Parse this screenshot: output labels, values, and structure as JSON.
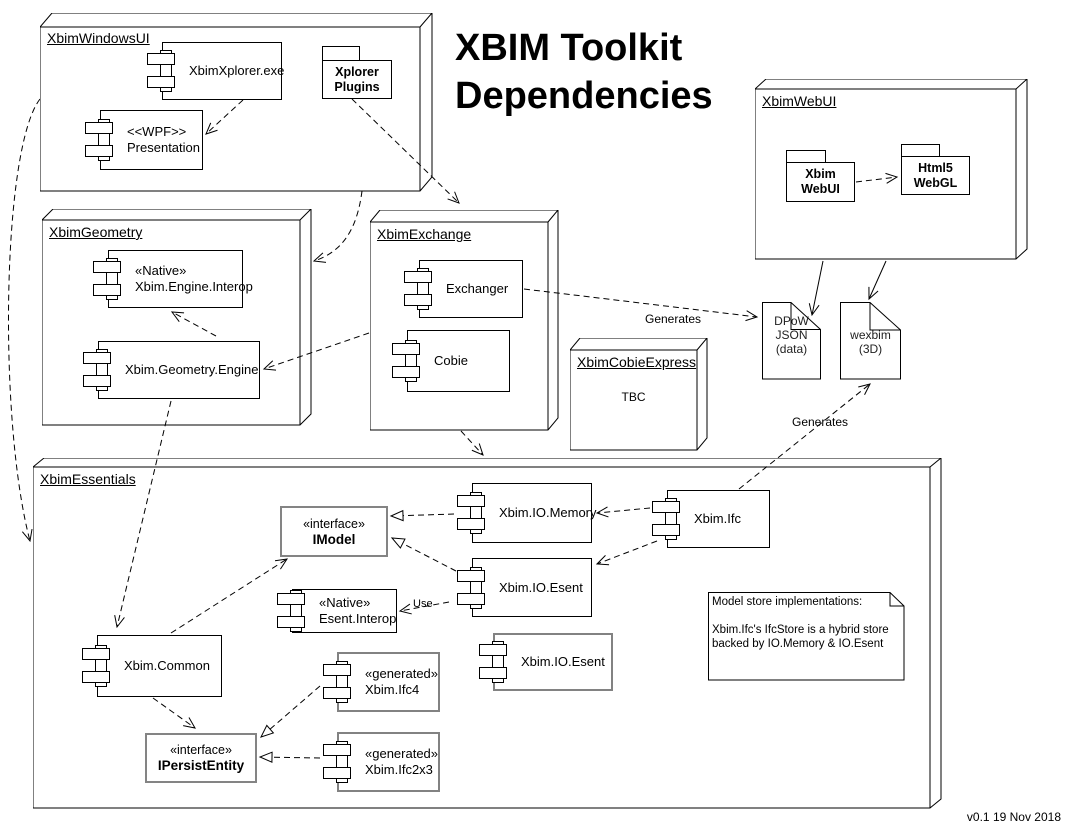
{
  "title": {
    "line1": "XBIM Toolkit",
    "line2": "Dependencies"
  },
  "version": "v0.1 19 Nov 2018",
  "packages": {
    "windowsui": {
      "label": "XbimWindowsUI"
    },
    "geometry": {
      "label": "XbimGeometry"
    },
    "exchange": {
      "label": "XbimExchange"
    },
    "cobieexpress": {
      "label": "XbimCobieExpress",
      "body": "TBC"
    },
    "webui": {
      "label": "XbimWebUI"
    },
    "essentials": {
      "label": "XbimEssentials"
    }
  },
  "components": {
    "xplorer_exe": {
      "label": "XbimXplorer.exe"
    },
    "wpf_presentation": {
      "stereotype": "<<WPF>>",
      "label": "Presentation"
    },
    "engine_interop": {
      "stereotype": "«Native»",
      "label": "Xbim.Engine.Interop"
    },
    "geometry_engine": {
      "label": "Xbim.Geometry.Engine"
    },
    "exchanger": {
      "label": "Exchanger"
    },
    "cobie": {
      "label": "Cobie"
    },
    "io_memory": {
      "label": "Xbim.IO.Memory"
    },
    "xbim_ifc": {
      "label": "Xbim.Ifc"
    },
    "io_esent": {
      "label": "Xbim.IO.Esent"
    },
    "io_esent2": {
      "label": "Xbim.IO.Esent"
    },
    "esent_interop": {
      "stereotype": "«Native»",
      "label": "Esent.Interop"
    },
    "xbim_common": {
      "label": "Xbim.Common"
    },
    "ifc4": {
      "stereotype": "«generated»",
      "label": "Xbim.Ifc4"
    },
    "ifc2x3": {
      "stereotype": "«generated»",
      "label": "Xbim.Ifc2x3"
    }
  },
  "interfaces": {
    "imodel": {
      "stereotype": "«interface»",
      "label": "IModel"
    },
    "ipersist": {
      "stereotype": "«interface»",
      "label": "IPersistEntity"
    }
  },
  "folders": {
    "xplorer_plugins": {
      "line1": "Xplorer",
      "line2": "Plugins"
    },
    "xbim_webui": {
      "line1": "Xbim",
      "line2": "WebUI"
    },
    "html5_webgl": {
      "line1": "Html5",
      "line2": "WebGL"
    }
  },
  "documents": {
    "dpow": {
      "line1": "DPoW",
      "line2": "JSON",
      "line3": "(data)"
    },
    "wexbim": {
      "line1": "wexbim",
      "line2": "(3D)"
    }
  },
  "note": {
    "line1": "Model store implementations:",
    "line2": "Xbim.Ifc's IfcStore is a hybrid store",
    "line3": "backed by IO.Memory & IO.Esent"
  },
  "edge_labels": {
    "generates_dpow": "Generates",
    "generates_wexbim": "Generates",
    "use": "Use"
  }
}
